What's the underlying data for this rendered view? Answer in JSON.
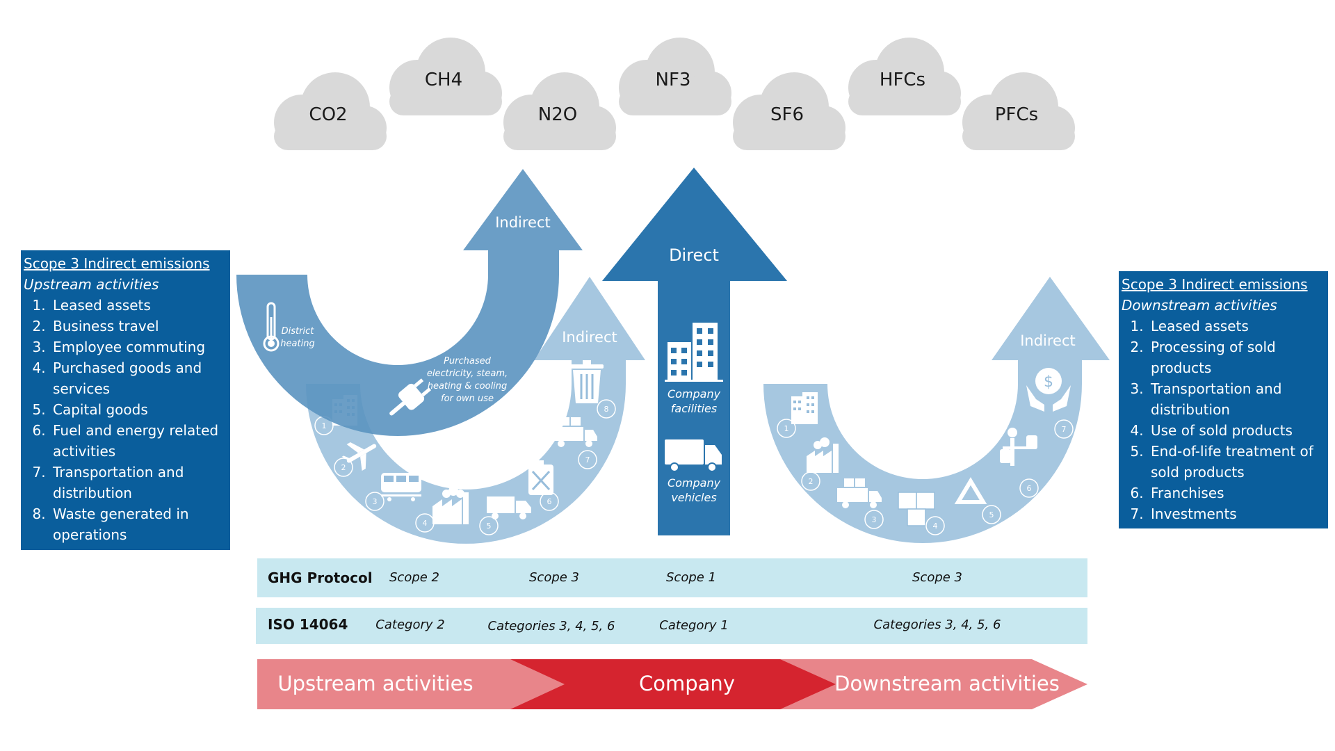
{
  "gases": [
    "CO2",
    "CH4",
    "N2O",
    "NF3",
    "SF6",
    "HFCs",
    "PFCs"
  ],
  "arrows": {
    "scope2_label": "Indirect",
    "upstream_label": "Indirect",
    "direct_label": "Direct",
    "downstream_label": "Indirect",
    "district_heating": [
      "District",
      "heating"
    ],
    "purchased": [
      "Purchased",
      "electricity, steam,",
      "heating & cooling",
      "for own use"
    ],
    "company_facilities": [
      "Company",
      "facilities"
    ],
    "company_vehicles": [
      "Company",
      "vehicles"
    ]
  },
  "upstream_badges": [
    "1",
    "2",
    "3",
    "4",
    "5",
    "6",
    "7",
    "8"
  ],
  "downstream_badges": [
    "1",
    "2",
    "3",
    "4",
    "5",
    "6",
    "7"
  ],
  "left_box": {
    "heading": "Scope 3 Indirect emissions ",
    "subheading": "Upstream activities",
    "items": [
      "Leased assets",
      "Business travel",
      "Employee commuting",
      "Purchased goods and services",
      "Capital goods",
      "Fuel and energy related activities",
      "Transportation and distribution",
      "Waste generated in operations"
    ]
  },
  "right_box": {
    "heading": "Scope 3 Indirect emissions",
    "subheading": "Downstream activities",
    "items": [
      "Leased assets",
      "Processing of sold products",
      "Transportation and distribution",
      "Use of sold products",
      "End-of-life treatment of sold products",
      "Franchises",
      "Investments"
    ]
  },
  "ghg_row": {
    "label": "GHG Protocol",
    "cells": [
      "Scope 2",
      "Scope 3",
      "Scope 1",
      "Scope 3"
    ]
  },
  "iso_row": {
    "label": "ISO 14064",
    "cells": [
      "Category 2",
      "Categories 3, 4, 5, 6",
      "Category 1",
      "Categories 3, 4, 5, 6"
    ]
  },
  "chevrons": [
    "Upstream activities",
    "Company",
    "Downstream activities"
  ],
  "colors": {
    "cloud": "#d9d9d9",
    "scope2_arrow": "#5b93c0",
    "upstream_arrow": "#97bddb",
    "direct_arrow": "#2b75ad",
    "box": "#0a5e9c",
    "band": "#c8e8f0",
    "chevron_light": "#e8858a",
    "chevron_dark": "#d5242f"
  }
}
